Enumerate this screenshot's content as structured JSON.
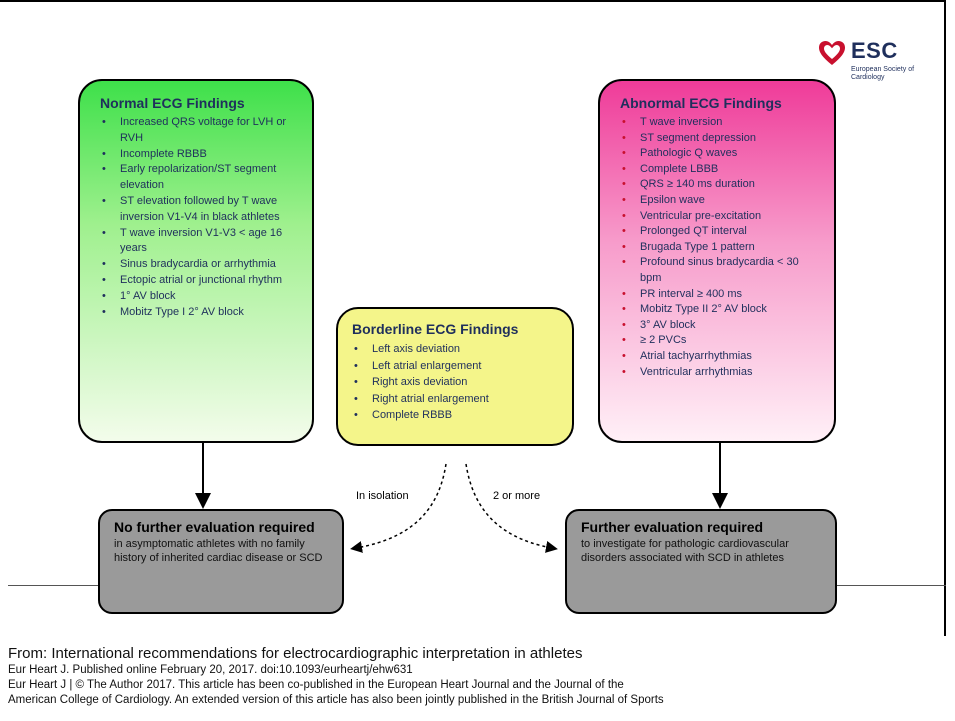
{
  "logo": {
    "name": "ESC",
    "subtitle": "European Society of Cardiology",
    "heart_color": "#c8102e"
  },
  "normal": {
    "title": "Normal ECG Findings",
    "items": [
      "Increased QRS voltage for LVH or RVH",
      "Incomplete RBBB",
      "Early repolarization/ST segment elevation",
      "ST elevation followed by T wave inversion V1-V4 in black athletes",
      "T wave inversion V1-V3 < age 16 years",
      "Sinus bradycardia or arrhythmia",
      "Ectopic atrial or junctional rhythm",
      "1° AV block",
      "Mobitz Type I 2° AV block"
    ],
    "color": "#3ee04a"
  },
  "borderline": {
    "title": "Borderline ECG Findings",
    "items": [
      "Left axis deviation",
      "Left atrial enlargement",
      "Right axis deviation",
      "Right atrial enlargement",
      "Complete RBBB"
    ],
    "color": "#f4f58a"
  },
  "abnormal": {
    "title": "Abnormal ECG Findings",
    "items": [
      "T wave inversion",
      "ST segment depression",
      "Pathologic Q waves",
      "Complete LBBB",
      "QRS ≥ 140 ms duration",
      "Epsilon wave",
      "Ventricular pre-excitation",
      "Prolonged QT interval",
      "Brugada Type 1 pattern",
      "Profound sinus bradycardia < 30 bpm",
      "PR interval ≥ 400 ms",
      "Mobitz Type II 2° AV block",
      "3° AV block",
      "≥ 2 PVCs",
      "Atrial tachyarrhythmias",
      "Ventricular arrhythmias"
    ],
    "color": "#ef3b99"
  },
  "labels": {
    "isolation": "In isolation",
    "two_or_more": "2 or more"
  },
  "no_further": {
    "title": "No further evaluation required",
    "desc": "in asymptomatic athletes with no family history of inherited cardiac disease or SCD"
  },
  "further": {
    "title": "Further evaluation required",
    "desc": "to investigate for pathologic cardiovascular disorders associated with SCD in athletes"
  },
  "caption": {
    "title": "From: International recommendations for electrocardiographic interpretation in athletes",
    "line1": "Eur Heart J. Published online  February 20, 2017. doi:10.1093/eurheartj/ehw631",
    "line2": "Eur Heart J | © The Author 2017. This article has been co-published in the European Heart Journal and the Journal of the",
    "line3": "American College of Cardiology. An extended version of this article has also been jointly published in the British Journal of Sports"
  }
}
